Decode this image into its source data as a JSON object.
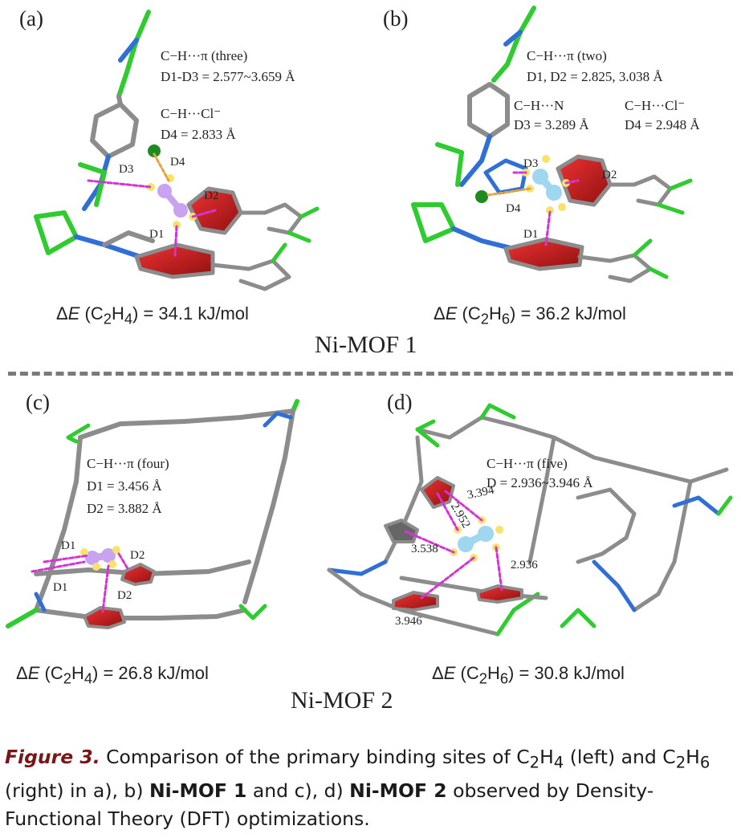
{
  "panels": {
    "a": {
      "label": "(a)",
      "ann1_title": "C−H···π (three)",
      "ann1_value": "D1-D3 = 2.577~3.659 Å",
      "ann2_title": "C−H···Cl⁻",
      "ann2_value": "D4 = 2.833 Å",
      "d1": "D1",
      "d2": "D2",
      "d3": "D3",
      "d4": "D4",
      "energy_prefix": "Δ",
      "energy_var": "E",
      "energy_gas": "(C",
      "energy_sub1": "2",
      "energy_mid": "H",
      "energy_sub2": "4",
      "energy_val": ") = 34.1 kJ/mol"
    },
    "b": {
      "label": "(b)",
      "ann1_title": "C−H···π (two)",
      "ann1_value": "D1, D2 = 2.825, 3.038 Å",
      "ann2_title": "C−H···N",
      "ann2_value": "D3 = 3.289 Å",
      "ann3_title": "C−H···Cl⁻",
      "ann3_value": "D4 = 2.948 Å",
      "d1": "D1",
      "d2": "D2",
      "d3": "D3",
      "d4": "D4",
      "energy_prefix": "Δ",
      "energy_var": "E",
      "energy_gas": "(C",
      "energy_sub1": "2",
      "energy_mid": "H",
      "energy_sub2": "6",
      "energy_val": ") = 36.2 kJ/mol"
    },
    "c": {
      "label": "(c)",
      "ann1_title": "C−H···π (four)",
      "ann1_value": "D1 = 3.456 Å",
      "ann1_value2": "D2 = 3.882 Å",
      "d1": "D1",
      "d2": "D2",
      "energy_prefix": "Δ",
      "energy_var": "E",
      "energy_gas": "(C",
      "energy_sub1": "2",
      "energy_mid": "H",
      "energy_sub2": "4",
      "energy_val": ") = 26.8 kJ/mol"
    },
    "d": {
      "label": "(d)",
      "ann1_title": "C−H···π (five)",
      "ann1_value": "D = 2.936~3.946 Å",
      "dist1": "3.394",
      "dist2": "2.952",
      "dist3": "3.538",
      "dist4": "2.936",
      "dist5": "3.946",
      "energy_prefix": "Δ",
      "energy_var": "E",
      "energy_gas": "(C",
      "energy_sub1": "2",
      "energy_mid": "H",
      "energy_sub2": "6",
      "energy_val": ") = 30.8 kJ/mol"
    }
  },
  "group_labels": {
    "top": "Ni-MOF 1",
    "bottom": "Ni-MOF 2"
  },
  "caption": {
    "fig_label": "Figure 3.",
    "t1": " Comparison of the primary binding sites of C",
    "s1": "2",
    "t2": "H",
    "s2": "4",
    "t3": " (left) and C",
    "s3": "2",
    "t4": "H",
    "s4": "6",
    "t5": " (right) in a), b) ",
    "b1": "Ni-MOF 1",
    "t6": " and c), d) ",
    "b2": "Ni-MOF 2",
    "t7": " observed by Density-Functional Theory (DFT) optimizations."
  },
  "colors": {
    "carbon": "#8c8c8c",
    "nitrogen": "#2f6fd6",
    "chlorine": "#2ecc2e",
    "hydrogen": "#d9f5c8",
    "ring_red": "#d11a1a",
    "dashed": "#d633d6",
    "c2h4": "#c9a2f0",
    "c2h6": "#9fd6f0",
    "h_yellow": "#f7e36b",
    "cl_ion": "#1f8a1f",
    "divider": "#7a7a7a",
    "figure_label": "#7a1515"
  }
}
